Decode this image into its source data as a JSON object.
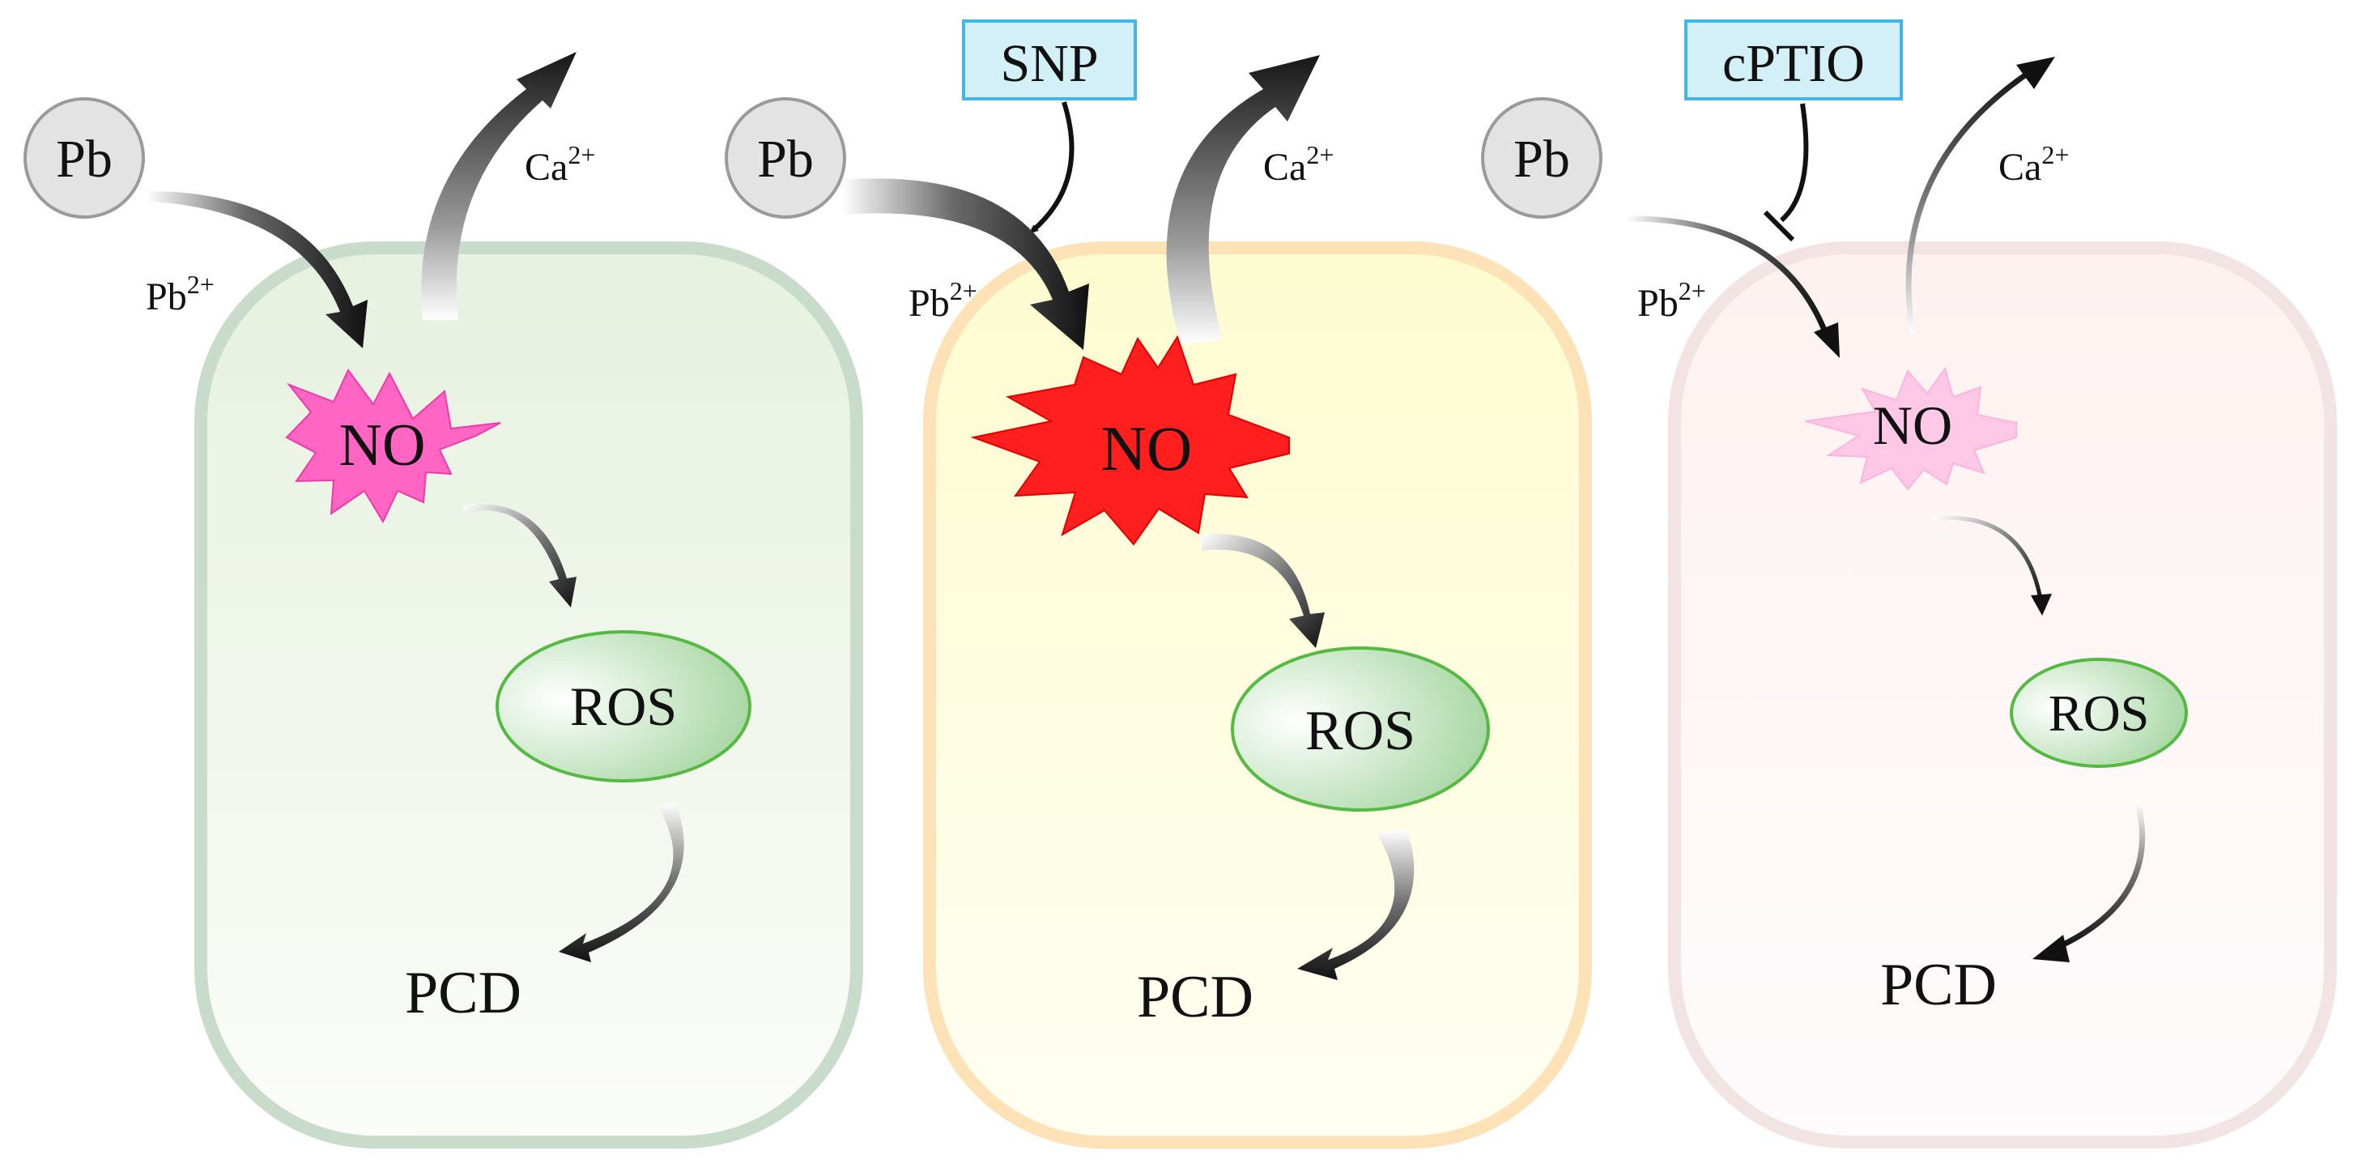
{
  "panels": [
    {
      "id": "control",
      "pb_label": "Pb",
      "ion_in": "Pb",
      "ion_in_sup": "2+",
      "ion_out": "Ca",
      "ion_out_sup": "2+",
      "no_label": "NO",
      "ros_label": "ROS",
      "pcd_label": "PCD",
      "treatment": "",
      "treatment_effect": "none",
      "no_level": "medium",
      "colors": {
        "cell_fill": "#eef6ea",
        "cell_border": "#c9dccb",
        "no_fill": "#ff66c4"
      }
    },
    {
      "id": "snp",
      "pb_label": "Pb",
      "ion_in": "Pb",
      "ion_in_sup": "2+",
      "ion_out": "Ca",
      "ion_out_sup": "2+",
      "no_label": "NO",
      "ros_label": "ROS",
      "pcd_label": "PCD",
      "treatment": "SNP",
      "treatment_effect": "promote",
      "no_level": "high",
      "colors": {
        "cell_fill": "#fdfbd8",
        "cell_border": "#fde2b8",
        "no_fill": "#ff1f1f"
      }
    },
    {
      "id": "cptio",
      "pb_label": "Pb",
      "ion_in": "Pb",
      "ion_in_sup": "2+",
      "ion_out": "Ca",
      "ion_out_sup": "2+",
      "no_label": "NO",
      "ros_label": "ROS",
      "pcd_label": "PCD",
      "treatment": "cPTIO",
      "treatment_effect": "inhibit",
      "no_level": "low",
      "colors": {
        "cell_fill": "#fdf7f6",
        "cell_border": "#f2e4e2",
        "no_fill": "#ffc8e6"
      }
    }
  ],
  "colors": {
    "pb_circle_fill": "#e3e3e3",
    "pb_circle_stroke": "#9a9a9a",
    "treatment_box_fill": "#d3eff7",
    "treatment_box_stroke": "#42b7e6",
    "ros_fill": "#9fd39a",
    "ros_stroke": "#56b944",
    "arrow": "#111111"
  }
}
